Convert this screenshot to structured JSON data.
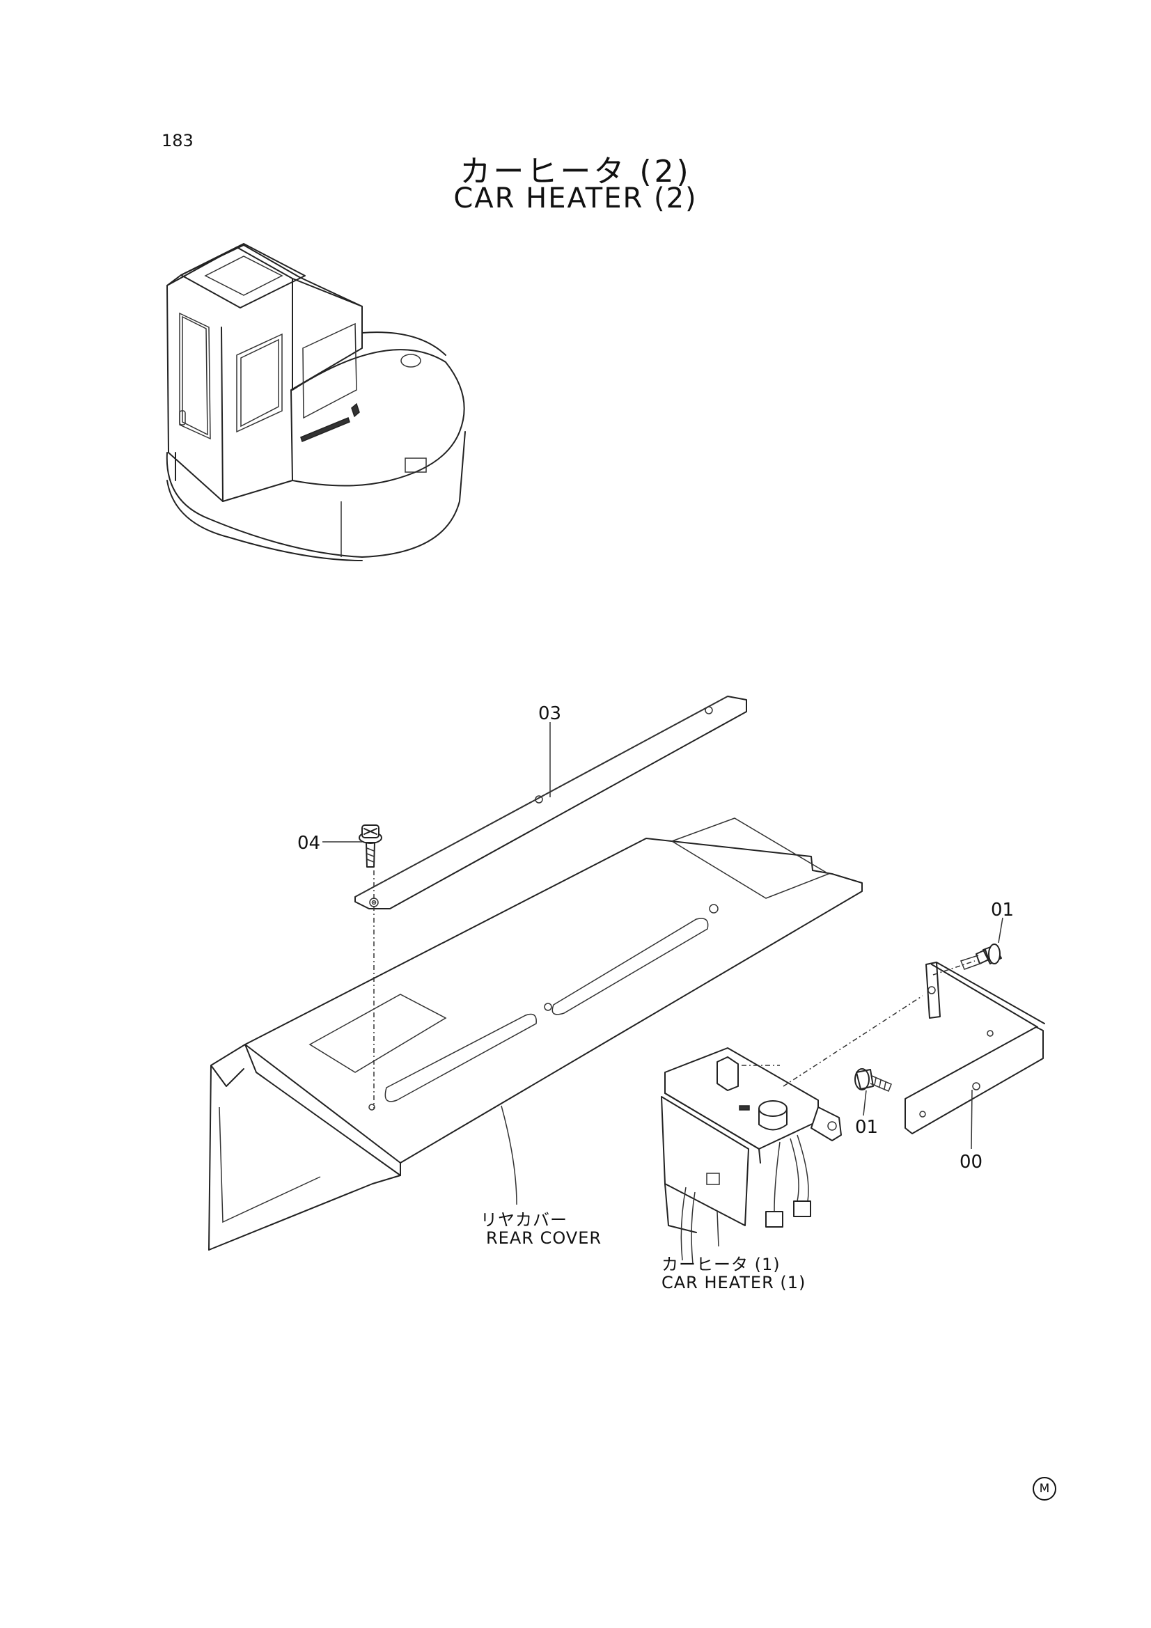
{
  "page": {
    "number": "183",
    "title_jp": "カーヒータ (2)",
    "title_en": "CAR HEATER (2)",
    "mark": "M"
  },
  "callouts": {
    "p03": "03",
    "p04": "04",
    "p01_top": "01",
    "p01_bottom": "01",
    "p00": "00"
  },
  "labels": {
    "rear_cover_jp": "リヤカバー",
    "rear_cover_en": "REAR COVER",
    "car_heater_jp": "カーヒータ (1)",
    "car_heater_en": "CAR HEATER (1)"
  }
}
